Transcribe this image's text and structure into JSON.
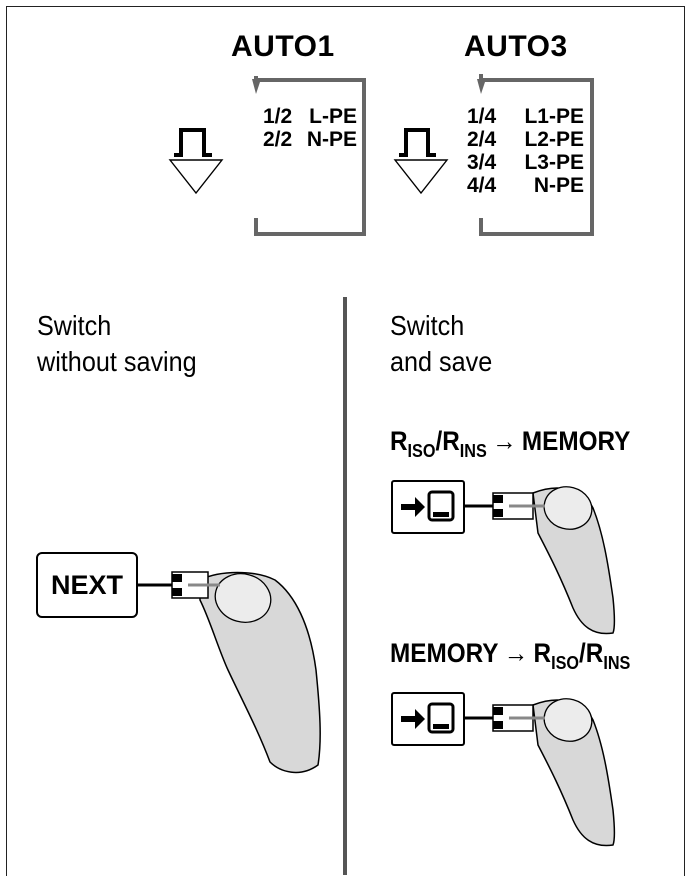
{
  "auto_modes": [
    {
      "title": "AUTO1",
      "steps": [
        {
          "index": "1/2",
          "label": "L-PE"
        },
        {
          "index": "2/2",
          "label": "N-PE"
        }
      ]
    },
    {
      "title": "AUTO3",
      "steps": [
        {
          "index": "1/4",
          "label": "L1-PE"
        },
        {
          "index": "2/4",
          "label": "L2-PE"
        },
        {
          "index": "3/4",
          "label": "L3-PE"
        },
        {
          "index": "4/4",
          "label": "N-PE"
        }
      ]
    }
  ],
  "left_panel": {
    "line1": "Switch",
    "line2": "without saving",
    "key_label": "NEXT"
  },
  "right_panel": {
    "line1": "Switch",
    "line2": "and save",
    "formula1": {
      "a": "R",
      "a_sub": "ISO",
      "slash": "/",
      "b": "R",
      "b_sub": "INS",
      "arrow": "→",
      "target": "MEMORY"
    },
    "formula2": {
      "source": "MEMORY",
      "arrow": "→",
      "a": "R",
      "a_sub": "ISO",
      "slash": "/",
      "b": "R",
      "b_sub": "INS"
    },
    "key_icon": "arrow-into-memory-icon"
  },
  "colors": {
    "line": "#000000",
    "bracket": "#666666",
    "divider": "#555555",
    "finger": "#d8d8d8",
    "nail": "#e8e8e8"
  }
}
